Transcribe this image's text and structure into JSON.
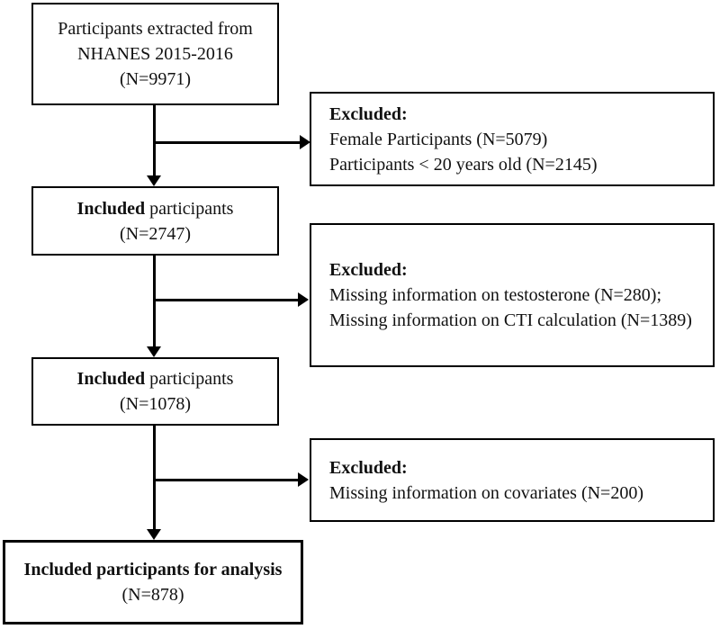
{
  "colors": {
    "background": "#ffffff",
    "line": "#000000",
    "text": "#111111"
  },
  "flow": {
    "step1": {
      "lines": [
        "Participants extracted from",
        "NHANES 2015-2016",
        "(N=9971)"
      ]
    },
    "exclusion1": {
      "title": "Excluded:",
      "items": [
        "Female Participants (N=5079)",
        "Participants < 20 years old (N=2145)"
      ]
    },
    "step2": {
      "bold": "Included",
      "regular": " participants",
      "count": "(N=2747)"
    },
    "exclusion2": {
      "title": "Excluded:",
      "items": [
        "Missing information on testosterone (N=280);",
        "Missing information on CTI calculation (N=1389)"
      ]
    },
    "step3": {
      "bold": "Included",
      "regular": " participants",
      "count": "(N=1078)"
    },
    "exclusion3": {
      "title": "Excluded:",
      "items": [
        "Missing information on covariates (N=200)"
      ]
    },
    "step4": {
      "bold": "Included participants for analysis",
      "count": "(N=878)"
    }
  }
}
